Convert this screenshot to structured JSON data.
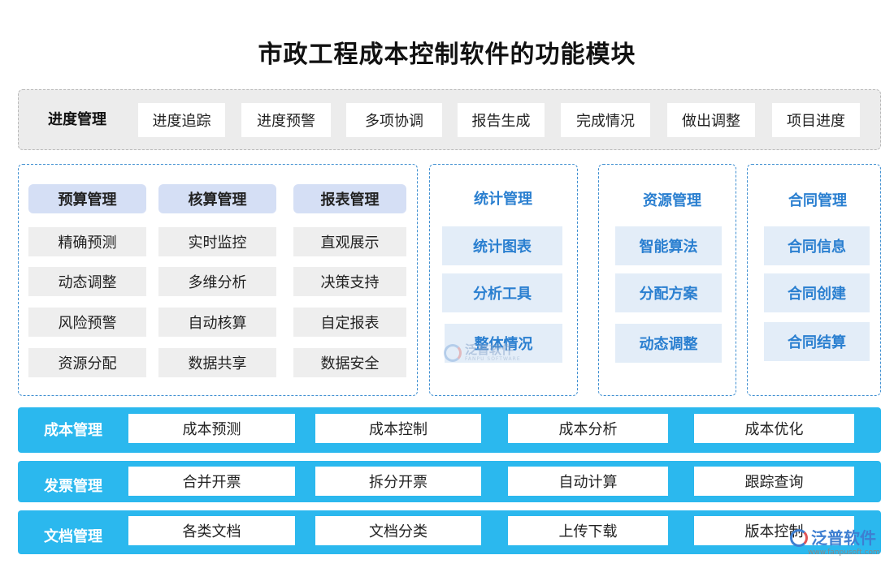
{
  "title": "市政工程成本控制软件的功能模块",
  "progress": {
    "label": "进度管理",
    "items": [
      "进度追踪",
      "进度预警",
      "多项协调",
      "报告生成",
      "完成情况",
      "做出调整",
      "项目进度"
    ]
  },
  "budget_grid": {
    "headers": [
      "预算管理",
      "核算管理",
      "报表管理"
    ],
    "rows": [
      [
        "精确预测",
        "实时监控",
        "直观展示"
      ],
      [
        "动态调整",
        "多维分析",
        "决策支持"
      ],
      [
        "风险预警",
        "自动核算",
        "自定报表"
      ],
      [
        "资源分配",
        "数据共享",
        "数据安全"
      ]
    ]
  },
  "statistics": {
    "title": "统计管理",
    "items": [
      "统计图表",
      "分析工具",
      "整体情况"
    ]
  },
  "resources": {
    "title": "资源管理",
    "items": [
      "智能算法",
      "分配方案",
      "动态调整"
    ]
  },
  "contracts": {
    "title": "合同管理",
    "items": [
      "合同信息",
      "合同创建",
      "合同结算"
    ]
  },
  "bars": [
    {
      "label": "成本管理",
      "items": [
        "成本预测",
        "成本控制",
        "成本分析",
        "成本优化"
      ]
    },
    {
      "label": "发票管理",
      "items": [
        "合并开票",
        "拆分开票",
        "自动计算",
        "跟踪查询"
      ]
    },
    {
      "label": "文档管理",
      "items": [
        "各类文档",
        "文档分类",
        "上传下载",
        "版本控制"
      ]
    }
  ],
  "watermark": {
    "text": "泛普软件",
    "sub": "FANPU SOFTWARE"
  },
  "logo": {
    "text": "泛普软件",
    "url": "www.fanpusoft.com"
  },
  "colors": {
    "accent_blue": "#2a7fd0",
    "bar_blue": "#2bb8ee",
    "header_fill": "#d5dff5",
    "panel_gray": "#ececec"
  }
}
